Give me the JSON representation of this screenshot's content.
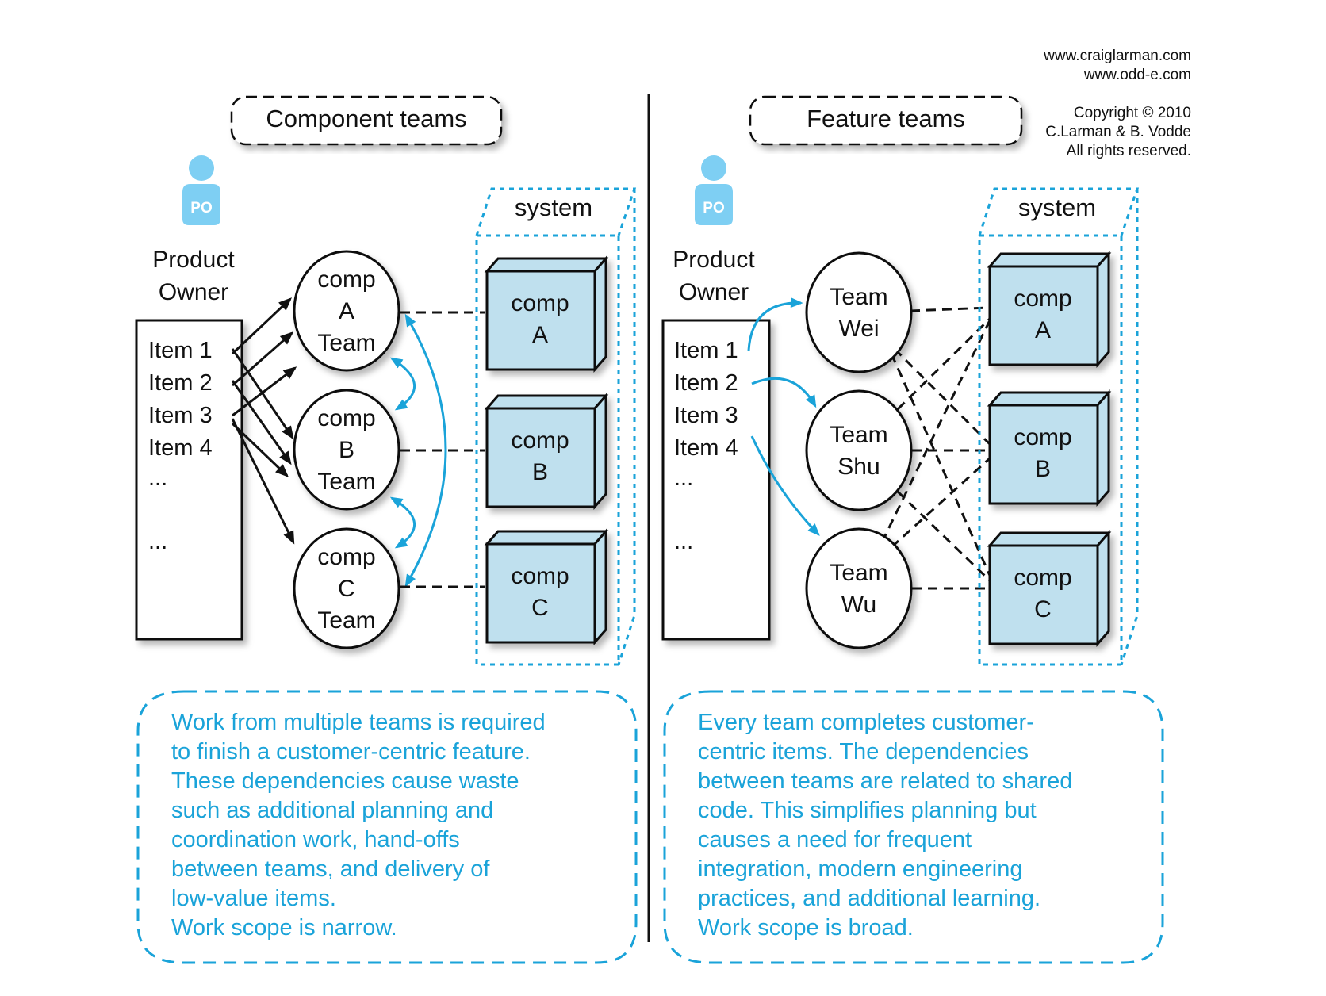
{
  "credits": {
    "urls": [
      "www.craiglarman.com",
      "www.odd-e.com"
    ],
    "copyright": [
      "Copyright © 2010",
      "C.Larman & B. Vodde",
      "All rights reserved."
    ]
  },
  "component_panel": {
    "title": "Component teams",
    "po_badge": "PO",
    "owner_label": [
      "Product",
      "Owner"
    ],
    "backlog": [
      "Item 1",
      "Item 2",
      "Item 3",
      "Item 4",
      "...",
      "..."
    ],
    "teams": [
      [
        "comp",
        "A",
        "Team"
      ],
      [
        "comp",
        "B",
        "Team"
      ],
      [
        "comp",
        "C",
        "Team"
      ]
    ],
    "system_label": "system",
    "components": [
      [
        "comp",
        "A"
      ],
      [
        "comp",
        "B"
      ],
      [
        "comp",
        "C"
      ]
    ],
    "note": [
      "Work from multiple teams is required",
      "to finish a customer-centric feature.",
      "These dependencies cause waste",
      "such as additional planning and",
      "coordination work, hand-offs",
      "between teams, and delivery of",
      "low-value items.",
      "Work scope is narrow."
    ]
  },
  "feature_panel": {
    "title": "Feature teams",
    "po_badge": "PO",
    "owner_label": [
      "Product",
      "Owner"
    ],
    "backlog": [
      "Item 1",
      "Item 2",
      "Item 3",
      "Item 4",
      "...",
      "..."
    ],
    "teams": [
      [
        "Team",
        "Wei"
      ],
      [
        "Team",
        "Shu"
      ],
      [
        "Team",
        "Wu"
      ]
    ],
    "system_label": "system",
    "components": [
      [
        "comp",
        "A"
      ],
      [
        "comp",
        "B"
      ],
      [
        "comp",
        "C"
      ]
    ],
    "note": [
      "Every team completes customer-",
      "centric items. The dependencies",
      "between teams are related to shared",
      "code. This simplifies planning but",
      "causes a need for frequent",
      "integration, modern engineering",
      "practices, and additional learning.",
      "Work scope is broad."
    ]
  },
  "colors": {
    "accent": "#1aa3d9",
    "component_fill": "#bfe0ee",
    "po_icon": "#7ecff3",
    "ink": "#111111"
  }
}
